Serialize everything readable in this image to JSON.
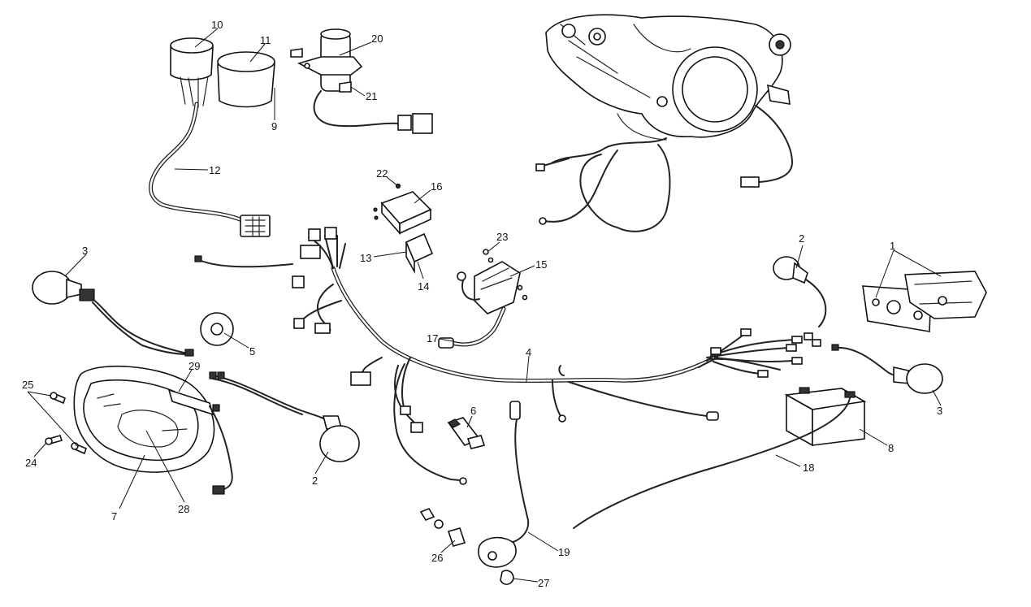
{
  "callouts": {
    "c1": "1",
    "c2a": "2",
    "c2b": "2",
    "c3a": "3",
    "c3b": "3",
    "c4": "4",
    "c5": "5",
    "c6": "6",
    "c7": "7",
    "c8": "8",
    "c9": "9",
    "c10": "10",
    "c11": "11",
    "c12": "12",
    "c13": "13",
    "c14": "14",
    "c15": "15",
    "c16": "16",
    "c17": "17",
    "c18": "18",
    "c19": "19",
    "c20": "20",
    "c21": "21",
    "c22": "22",
    "c23": "23",
    "c24": "24",
    "c25": "25",
    "c26": "26",
    "c27": "27",
    "c28": "28",
    "c29": "29"
  }
}
